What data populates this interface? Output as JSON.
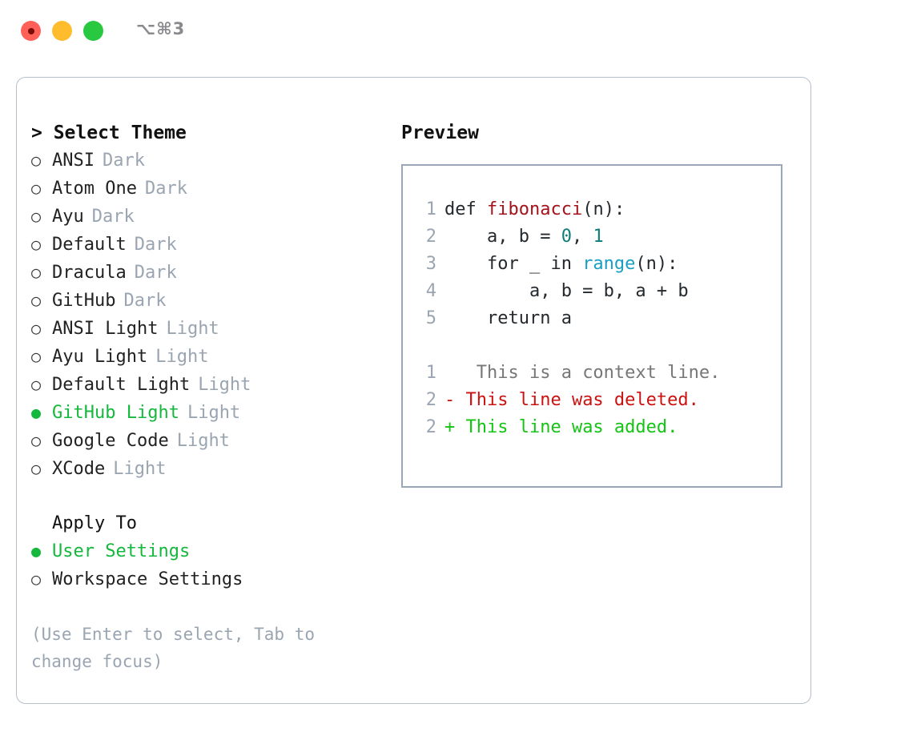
{
  "titlebar": {
    "shortcut": "⌥⌘3",
    "lights": [
      {
        "name": "close",
        "color": "#ff6057"
      },
      {
        "name": "minimize",
        "color": "#ffbd2e"
      },
      {
        "name": "maximize",
        "color": "#28c840"
      }
    ]
  },
  "theme_chooser": {
    "header": "> Select Theme",
    "items": [
      {
        "marker": "○",
        "label": "ANSI",
        "suffix": "Dark",
        "selected": false
      },
      {
        "marker": "○",
        "label": "Atom One",
        "suffix": "Dark",
        "selected": false
      },
      {
        "marker": "○",
        "label": "Ayu",
        "suffix": "Dark",
        "selected": false
      },
      {
        "marker": "○",
        "label": "Default",
        "suffix": "Dark",
        "selected": false
      },
      {
        "marker": "○",
        "label": "Dracula",
        "suffix": "Dark",
        "selected": false
      },
      {
        "marker": "○",
        "label": "GitHub",
        "suffix": "Dark",
        "selected": false
      },
      {
        "marker": "○",
        "label": "ANSI Light",
        "suffix": "Light",
        "selected": false
      },
      {
        "marker": "○",
        "label": "Ayu Light",
        "suffix": "Light",
        "selected": false
      },
      {
        "marker": "○",
        "label": "Default Light",
        "suffix": "Light",
        "selected": false
      },
      {
        "marker": "●",
        "label": "GitHub Light",
        "suffix": "Light",
        "selected": true
      },
      {
        "marker": "○",
        "label": "Google Code",
        "suffix": "Light",
        "selected": false
      },
      {
        "marker": "○",
        "label": "XCode",
        "suffix": "Light",
        "selected": false
      }
    ]
  },
  "apply_to": {
    "header": "Apply To",
    "items": [
      {
        "marker": "●",
        "label": "User Settings",
        "selected": true
      },
      {
        "marker": "○",
        "label": "Workspace Settings",
        "selected": false
      }
    ]
  },
  "hint": "(Use Enter to select, Tab to change focus)",
  "preview": {
    "title": "Preview",
    "code_lines": [
      {
        "ln": "1",
        "parts": [
          {
            "t": "def ",
            "c": "plain"
          },
          {
            "t": "fibonacci",
            "c": "fn"
          },
          {
            "t": "(n):",
            "c": "plain"
          }
        ]
      },
      {
        "ln": "2",
        "parts": [
          {
            "t": "    a, b = ",
            "c": "plain"
          },
          {
            "t": "0",
            "c": "num"
          },
          {
            "t": ", ",
            "c": "plain"
          },
          {
            "t": "1",
            "c": "num"
          }
        ]
      },
      {
        "ln": "3",
        "parts": [
          {
            "t": "    for _ in ",
            "c": "plain"
          },
          {
            "t": "range",
            "c": "bi"
          },
          {
            "t": "(n):",
            "c": "plain"
          }
        ]
      },
      {
        "ln": "4",
        "parts": [
          {
            "t": "        a, b = b, a + b",
            "c": "plain"
          }
        ]
      },
      {
        "ln": "5",
        "parts": [
          {
            "t": "    return a",
            "c": "plain"
          }
        ]
      }
    ],
    "diff_lines": [
      {
        "ln": "1",
        "marker": " ",
        "text": "  This is a context line.",
        "kind": "ctx"
      },
      {
        "ln": "2",
        "marker": "-",
        "text": " This line was deleted.",
        "kind": "del"
      },
      {
        "ln": "2",
        "marker": "+",
        "text": " This line was added.",
        "kind": "add"
      }
    ]
  },
  "colors": {
    "accent_green": "#14b83c",
    "muted": "#9aa5b1",
    "border": "#9aa7b8",
    "panel_border": "#b6bfcc",
    "syntax_function": "#a5121a",
    "syntax_number": "#0e7c7b",
    "syntax_builtin": "#1a9ec4",
    "diff_delete": "#cc1111",
    "diff_add": "#14c414",
    "diff_context": "#777777"
  }
}
